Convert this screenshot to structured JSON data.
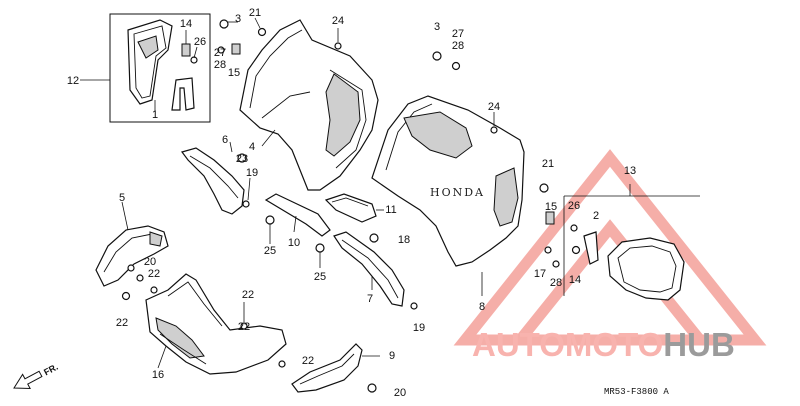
{
  "brand_mark": "HONDA",
  "diagram_code": "MR53-F3800 A",
  "direction_label": "FR.",
  "watermark": {
    "text_part1": "AUTO",
    "text_part2": "MOTO",
    "text_part3": "HUB",
    "color_primary": "#f7a6a0",
    "color_secondary": "#8a8a8a"
  },
  "callouts": [
    {
      "id": "c12",
      "label": "12"
    },
    {
      "id": "c1",
      "label": "1"
    },
    {
      "id": "c14a",
      "label": "14"
    },
    {
      "id": "c26a",
      "label": "26"
    },
    {
      "id": "c27a",
      "label": "27"
    },
    {
      "id": "c28a",
      "label": "28"
    },
    {
      "id": "c3a",
      "label": "3"
    },
    {
      "id": "c21a",
      "label": "21"
    },
    {
      "id": "c15a",
      "label": "15"
    },
    {
      "id": "c24a",
      "label": "24"
    },
    {
      "id": "c4",
      "label": "4"
    },
    {
      "id": "c6",
      "label": "6"
    },
    {
      "id": "c23",
      "label": "23"
    },
    {
      "id": "c19a",
      "label": "19"
    },
    {
      "id": "c5",
      "label": "5"
    },
    {
      "id": "c20a",
      "label": "20"
    },
    {
      "id": "c22a",
      "label": "22"
    },
    {
      "id": "c22b",
      "label": "22"
    },
    {
      "id": "c22c",
      "label": "22"
    },
    {
      "id": "c22d",
      "label": "22"
    },
    {
      "id": "c22e",
      "label": "22"
    },
    {
      "id": "c16",
      "label": "16"
    },
    {
      "id": "c25a",
      "label": "25"
    },
    {
      "id": "c10",
      "label": "10"
    },
    {
      "id": "c25b",
      "label": "25"
    },
    {
      "id": "c11",
      "label": "11"
    },
    {
      "id": "c18",
      "label": "18"
    },
    {
      "id": "c7",
      "label": "7"
    },
    {
      "id": "c19b",
      "label": "19"
    },
    {
      "id": "c9",
      "label": "9"
    },
    {
      "id": "c20b",
      "label": "20"
    },
    {
      "id": "c3b",
      "label": "3"
    },
    {
      "id": "c27b",
      "label": "27"
    },
    {
      "id": "c28b",
      "label": "28"
    },
    {
      "id": "c24b",
      "label": "24"
    },
    {
      "id": "c21b",
      "label": "21"
    },
    {
      "id": "c15b",
      "label": "15"
    },
    {
      "id": "c8",
      "label": "8"
    },
    {
      "id": "c13",
      "label": "13"
    },
    {
      "id": "c26b",
      "label": "26"
    },
    {
      "id": "c2",
      "label": "2"
    },
    {
      "id": "c17",
      "label": "17"
    },
    {
      "id": "c28c",
      "label": "28"
    },
    {
      "id": "c14b",
      "label": "14"
    }
  ]
}
